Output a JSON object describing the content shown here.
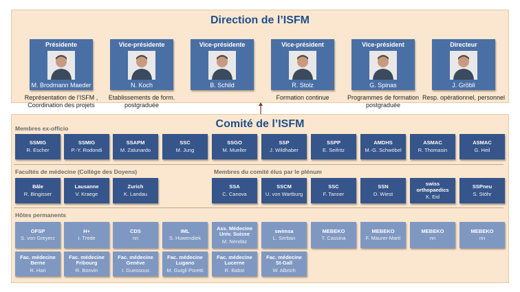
{
  "direction": {
    "title": "Direction de l’ISFM",
    "members": [
      {
        "role": "Présidente",
        "name": "M. Brodmann Maeder",
        "desc": "Représentation de l’ISFM , Coordination des projets",
        "photo_icon": "portrait-photo"
      },
      {
        "role": "Vice-présidente",
        "name": "N. Koch",
        "desc": "Etablissements de form. postgraduée",
        "photo_icon": "portrait-photo"
      },
      {
        "role": "Vice-présidente",
        "name": "B. Schild",
        "desc": "",
        "photo_icon": "portrait-photo"
      },
      {
        "role": "Vice-président",
        "name": "R. Stolz",
        "desc": "Formation continue",
        "photo_icon": "portrait-photo"
      },
      {
        "role": "Vice-président",
        "name": "G. Spinas",
        "desc": "Programmes de formation postgraduée",
        "photo_icon": "portrait-photo"
      },
      {
        "role": "Directeur",
        "name": "J. Gröbli",
        "desc": "Resp. opérationnel, personnel",
        "photo_icon": "portrait-photo"
      }
    ]
  },
  "comite": {
    "title": "Comité de l’ISFM",
    "ex_officio": {
      "label": "Membres ex-officio",
      "items": [
        {
          "abbr": "SSMIG",
          "name": "R. Escher"
        },
        {
          "abbr": "SSMIG",
          "name": "P.-Y. Rodondi"
        },
        {
          "abbr": "SSAPM",
          "name": "M. Zalunardo"
        },
        {
          "abbr": "SSC",
          "name": "M. Jung"
        },
        {
          "abbr": "SSGO",
          "name": "M. Mueller"
        },
        {
          "abbr": "SSP",
          "name": "J. Wildhaber"
        },
        {
          "abbr": "SSPP",
          "name": "E. Seifritz"
        },
        {
          "abbr": "AMDHS",
          "name": "M.-G. Schwöbel"
        },
        {
          "abbr": "ASMAC",
          "name": "R. Thomasin"
        },
        {
          "abbr": "ASMAC",
          "name": "G. Heil"
        }
      ]
    },
    "facultes": {
      "label": "Facultés de médecine (Collège des Doyens)",
      "items": [
        {
          "abbr": "Bâle",
          "name": "R. Bingisser"
        },
        {
          "abbr": "Lausanne",
          "name": "V. Kraege"
        },
        {
          "abbr": "Zurich",
          "name": "K. Landau"
        }
      ]
    },
    "elus": {
      "label": "Membres du comité élus par le plénum",
      "items": [
        {
          "abbr": "SSA",
          "name": "C. Canova"
        },
        {
          "abbr": "SSCM",
          "name": "U. von Wartburg"
        },
        {
          "abbr": "SSC",
          "name": "F. Tanner"
        },
        {
          "abbr": "SSN",
          "name": "D. Wiest"
        },
        {
          "abbr": "swiss orthopaedics",
          "name": "K. Eid"
        },
        {
          "abbr": "SSPneu",
          "name": "S. Stöhr"
        }
      ]
    },
    "hotes": {
      "label": "Hôtes permanents",
      "row1": [
        {
          "abbr": "OFSP",
          "name": "S. von Greyerz"
        },
        {
          "abbr": "H+",
          "name": "I. Trede"
        },
        {
          "abbr": "CDS",
          "name": "nn"
        },
        {
          "abbr": "IML",
          "name": "S. Huwendiek"
        },
        {
          "abbr": "Ass. Médecine Univ. Suisse",
          "name": "M. Nendaz"
        },
        {
          "abbr": "swimsa",
          "name": "L. Serban"
        },
        {
          "abbr": "MEBEKO",
          "name": "T. Cassina"
        },
        {
          "abbr": "MEBEKO",
          "name": "F. Maurer-Marti"
        },
        {
          "abbr": "MEBEKO",
          "name": "nn"
        },
        {
          "abbr": "MEBEKO",
          "name": "nn"
        }
      ],
      "row2": [
        {
          "abbr": "Fac. médecine Berne",
          "name": "R. Hari"
        },
        {
          "abbr": "Fac. médecine Fribourg",
          "name": "R. Bonvin"
        },
        {
          "abbr": "Fac. médecine Genève",
          "name": "I. Guessous"
        },
        {
          "abbr": "Fac. médecine Lugano",
          "name": "M. Guigli Poretti"
        },
        {
          "abbr": "Fac. médecine Lucerne",
          "name": "R. Babst"
        },
        {
          "abbr": "Fac. médecine St-Gall",
          "name": "W. Albrich"
        }
      ]
    }
  }
}
